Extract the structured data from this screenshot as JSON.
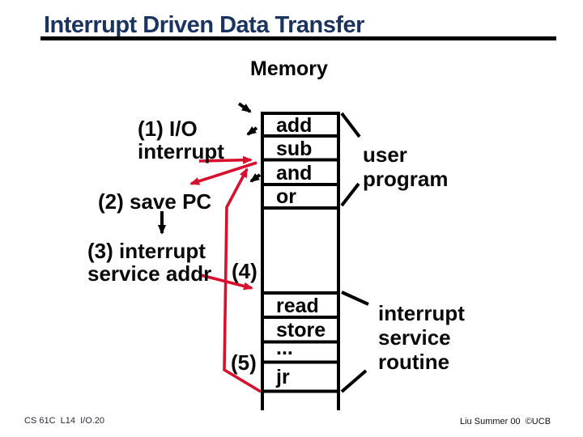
{
  "slide": {
    "title": "Interrupt Driven Data Transfer",
    "memory_label": "Memory",
    "footer_left": "CS 61C  L14  I/O.20",
    "footer_right": "Liu Summer 00  ©UCB"
  },
  "steps": {
    "step1_line1": "(1) I/O",
    "step1_line2": "interrupt",
    "step2": "(2) save PC",
    "step3_line1": "(3) interrupt",
    "step3_line2": "service addr",
    "step4": "(4)",
    "step5": "(5)"
  },
  "memory": {
    "user_program_rows": [
      "add",
      "sub",
      "and",
      "or"
    ],
    "isr_rows": [
      "read",
      "store",
      "...",
      "jr"
    ],
    "user_program_label_line1": "user",
    "user_program_label_line2": "program",
    "isr_label_line1": "interrupt",
    "isr_label_line2": "service",
    "isr_label_line3": "routine"
  },
  "colors": {
    "accent_red": "#d8102e",
    "title_navy": "#1b335f"
  }
}
